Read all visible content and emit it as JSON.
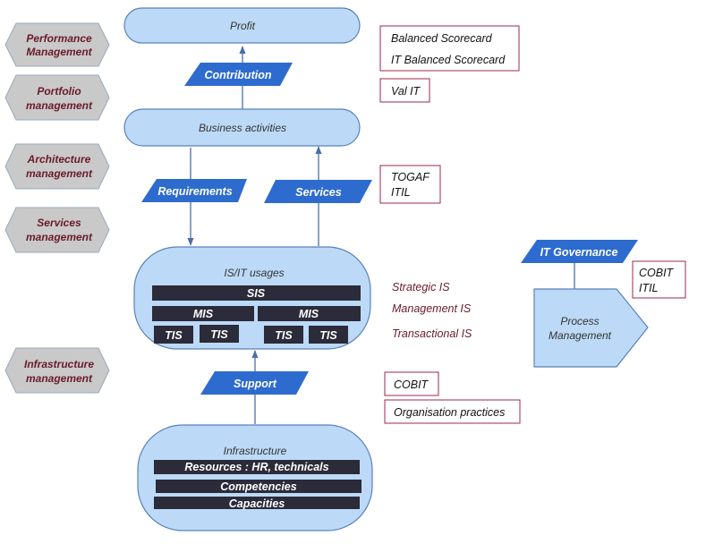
{
  "colors": {
    "hex_fill": "#c9c9c9",
    "hex_text": "#6b1a2a",
    "shape_fill": "#bcdaf7",
    "shape_stroke": "#5a82b8",
    "para_fill": "#2e6bcf",
    "bar_fill": "#2b2b3a",
    "ref_border": "#9b2a4a"
  },
  "management": {
    "performance": [
      "Performance",
      "Management"
    ],
    "portfolio": [
      "Portfolio",
      "management"
    ],
    "architecture": [
      "Architecture",
      "management"
    ],
    "services": [
      "Services",
      "management"
    ],
    "infrastructure": [
      "Infrastructure",
      "management"
    ]
  },
  "nodes": {
    "profit": "Profit",
    "business": "Business activities",
    "isit": "IS/IT usages",
    "infrastructure": "Infrastructure",
    "process": [
      "Process",
      "Management"
    ]
  },
  "flows": {
    "contribution": "Contribution",
    "requirements": "Requirements",
    "services": "Services",
    "support": "Support",
    "it_governance": "IT Governance"
  },
  "isit_bars": {
    "sis": "SIS",
    "mis": [
      "MIS",
      "MIS"
    ],
    "tis": [
      "TIS",
      "TIS",
      "TIS",
      "TIS"
    ]
  },
  "infra_bars": [
    "Resources : HR, technicals",
    "Competencies",
    "Capacities"
  ],
  "levels": [
    "Strategic IS",
    "Management IS",
    "Transactional IS"
  ],
  "references": {
    "scorecards": [
      "Balanced Scorecard",
      "IT Balanced Scorecard"
    ],
    "valit": "Val IT",
    "togaf_itil": [
      "TOGAF",
      "ITIL"
    ],
    "cobit_itil": [
      "COBIT",
      "ITIL"
    ],
    "cobit": "COBIT",
    "org": "Organisation practices"
  }
}
